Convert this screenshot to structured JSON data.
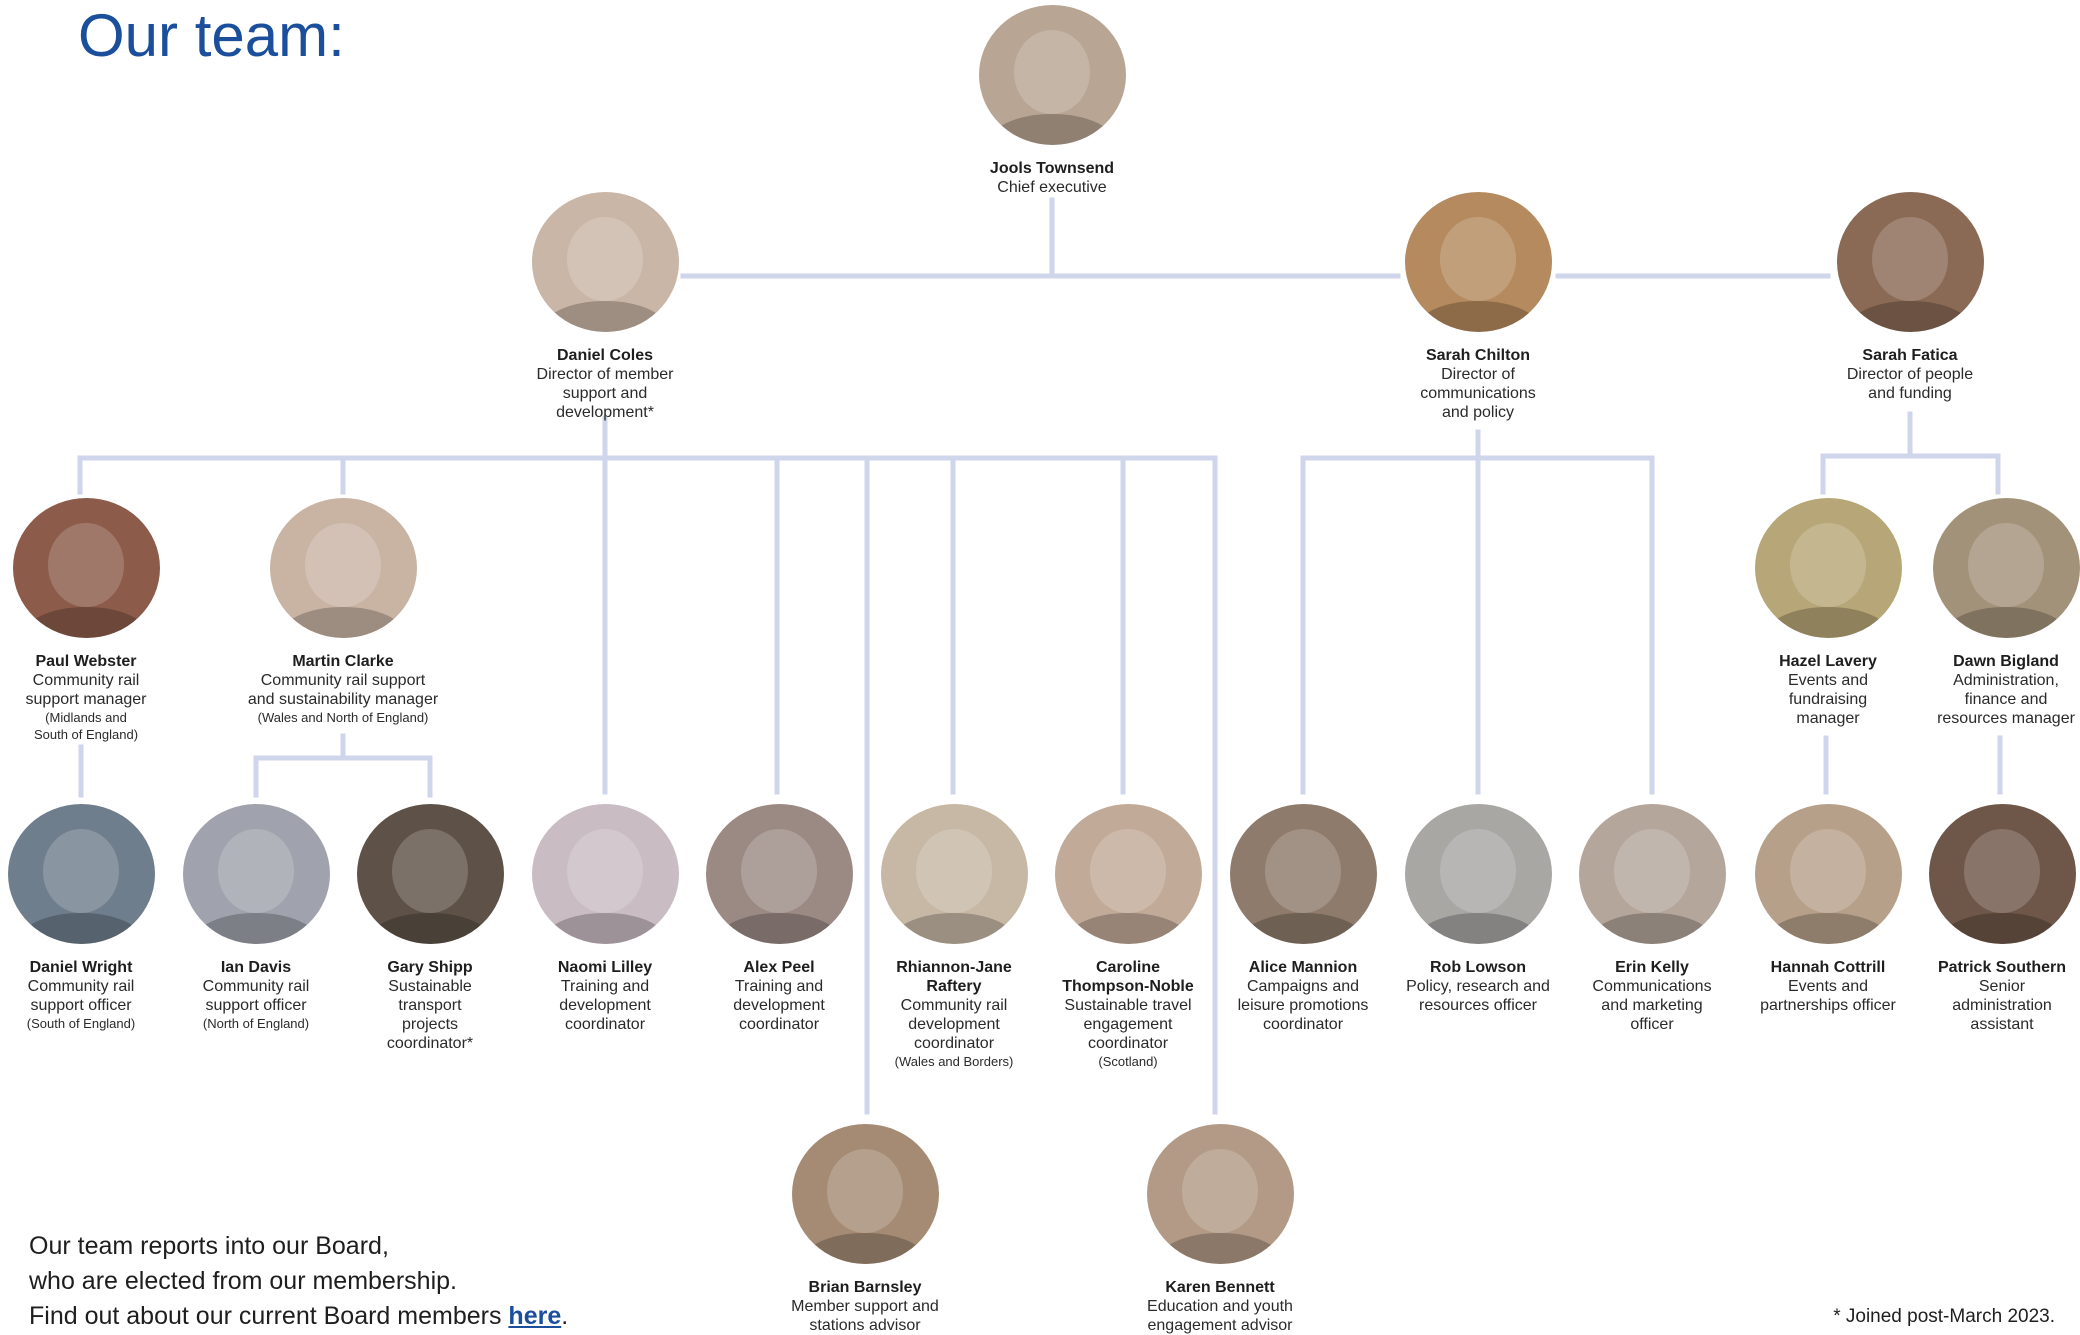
{
  "title": "Our team:",
  "accent_color": "#1b4f9c",
  "connector_color": "#cfd6ec",
  "people": {
    "jools": {
      "name": "Jools Townsend",
      "role": [
        "Chief executive"
      ],
      "note": [],
      "avatar_color": "#b8a593"
    },
    "daniel_coles": {
      "name": "Daniel Coles",
      "role": [
        "Director of member",
        "support and",
        "development*"
      ],
      "note": [],
      "avatar_color": "#c9b6a6"
    },
    "sarah_chilton": {
      "name": "Sarah Chilton",
      "role": [
        "Director of",
        "communications",
        "and policy"
      ],
      "note": [],
      "avatar_color": "#b58a5e"
    },
    "sarah_fatica": {
      "name": "Sarah Fatica",
      "role": [
        "Director of people",
        "and funding"
      ],
      "note": [],
      "avatar_color": "#8a6a55"
    },
    "paul_webster": {
      "name": "Paul Webster",
      "role": [
        "Community rail",
        "support manager"
      ],
      "note": [
        "(Midlands and",
        "South of England)"
      ],
      "avatar_color": "#8c5b4a"
    },
    "martin_clarke": {
      "name": "Martin Clarke",
      "role": [
        "Community rail support",
        "and sustainability manager"
      ],
      "note": [
        "(Wales and North of England)"
      ],
      "avatar_color": "#c9b4a4"
    },
    "hazel_lavery": {
      "name": "Hazel Lavery",
      "role": [
        "Events and",
        "fundraising",
        "manager"
      ],
      "note": [],
      "avatar_color": "#b7a677"
    },
    "dawn_bigland": {
      "name": "Dawn Bigland",
      "role": [
        "Administration,",
        "finance and",
        "resources manager"
      ],
      "note": [],
      "avatar_color": "#a3927a"
    },
    "daniel_wright": {
      "name": "Daniel Wright",
      "role": [
        "Community rail",
        "support officer"
      ],
      "note": [
        "(South of England)"
      ],
      "avatar_color": "#6f7e8c"
    },
    "ian_davis": {
      "name": "Ian Davis",
      "role": [
        "Community rail",
        "support officer"
      ],
      "note": [
        "(North of England)"
      ],
      "avatar_color": "#a0a3ad"
    },
    "gary_shipp": {
      "name": "Gary Shipp",
      "role": [
        "Sustainable",
        "transport",
        "projects",
        "coordinator*"
      ],
      "note": [],
      "avatar_color": "#5e5248"
    },
    "naomi_lilley": {
      "name": "Naomi Lilley",
      "role": [
        "Training and",
        "development",
        "coordinator"
      ],
      "note": [],
      "avatar_color": "#c9bcc3"
    },
    "alex_peel": {
      "name": "Alex Peel",
      "role": [
        "Training and",
        "development",
        "coordinator"
      ],
      "note": [],
      "avatar_color": "#9b8a84"
    },
    "rhiannon": {
      "name": "Rhiannon-Jane Raftery",
      "name_lines": [
        "Rhiannon-Jane",
        "Raftery"
      ],
      "role": [
        "Community rail",
        "development",
        "coordinator"
      ],
      "note": [
        "(Wales and Borders)"
      ],
      "avatar_color": "#c6b8a4"
    },
    "caroline": {
      "name": "Caroline Thompson-Noble",
      "name_lines": [
        "Caroline",
        "Thompson-Noble"
      ],
      "role": [
        "Sustainable travel",
        "engagement",
        "coordinator"
      ],
      "note": [
        "(Scotland)"
      ],
      "avatar_color": "#c2aa98"
    },
    "alice": {
      "name": "Alice Mannion",
      "role": [
        "Campaigns and",
        "leisure promotions",
        "coordinator"
      ],
      "note": [],
      "avatar_color": "#8e7b6b"
    },
    "rob": {
      "name": "Rob Lowson",
      "role": [
        "Policy, research and",
        "resources officer"
      ],
      "note": [],
      "avatar_color": "#a8a7a4"
    },
    "erin": {
      "name": "Erin Kelly",
      "role": [
        "Communications",
        "and marketing",
        "officer"
      ],
      "note": [],
      "avatar_color": "#b4a69b"
    },
    "hannah": {
      "name": "Hannah Cottrill",
      "role": [
        "Events and",
        "partnerships officer"
      ],
      "note": [],
      "avatar_color": "#b7a08a"
    },
    "patrick": {
      "name": "Patrick Southern",
      "role": [
        "Senior",
        "administration",
        "assistant"
      ],
      "note": [],
      "avatar_color": "#6e5648"
    },
    "brian": {
      "name": "Brian Barnsley",
      "role": [
        "Member support and",
        "stations advisor"
      ],
      "note": [],
      "avatar_color": "#a58b74"
    },
    "karen": {
      "name": "Karen Bennett",
      "role": [
        "Education and youth",
        "engagement advisor"
      ],
      "note": [],
      "avatar_color": "#b29a86"
    }
  },
  "footer": {
    "line1": "Our team reports into our Board,",
    "line2": "who are elected from our membership.",
    "line3_prefix": "Find out about our current Board members ",
    "link_text": "here",
    "line3_suffix": "."
  },
  "footnote": "* Joined post-March 2023."
}
